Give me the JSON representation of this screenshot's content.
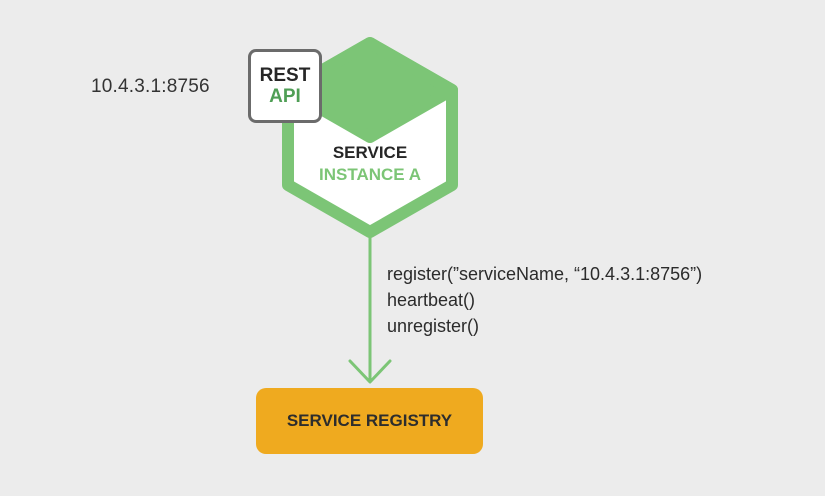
{
  "address": "10.4.3.1:8756",
  "rest_api": {
    "line1": "REST",
    "line2": "API"
  },
  "service_instance": {
    "line1": "SERVICE",
    "line2": "INSTANCE A"
  },
  "calls": {
    "register": "register(”serviceName, “10.4.3.1:8756”)",
    "heartbeat": "heartbeat()",
    "unregister": "unregister()"
  },
  "registry": {
    "label": "SERVICE REGISTRY"
  },
  "colors": {
    "background": "#ececec",
    "hexagon_green": "#7cc576",
    "api_green": "#4f9e55",
    "registry_orange": "#efaa1f",
    "rest_border": "#6b6b6b"
  }
}
